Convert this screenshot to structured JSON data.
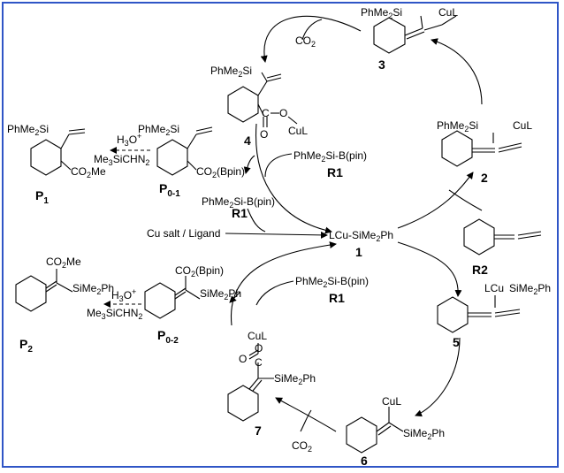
{
  "labels": {
    "cpd1": "1",
    "cpd2": "2",
    "cpd3": "3",
    "cpd4": "4",
    "cpd5": "5",
    "cpd6": "6",
    "cpd7": "7",
    "r1a": "R1",
    "r1b": "R1",
    "r1c": "R1",
    "r2": "R2",
    "p1": "P",
    "p1_sub": "1",
    "p2": "P",
    "p2_sub": "2",
    "p01": "P",
    "p01_sub": "0-1",
    "p02": "P",
    "p02_sub": "0-2"
  },
  "reagents": {
    "co2_top": "CO",
    "co2_top_sub": "2",
    "co2_bottom": "CO",
    "co2_bottom_sub": "2",
    "b_pin_1": "PhMe",
    "b_pin_1_sub": "2",
    "b_pin_1_rest": "Si-B(pin)",
    "b_pin_2": "PhMe",
    "b_pin_2_sub": "2",
    "b_pin_2_rest": "Si-B(pin)",
    "b_pin_3": "PhMe",
    "b_pin_3_sub": "2",
    "b_pin_3_rest": "Si-B(pin)",
    "cu_salt": "Cu salt / Ligand",
    "h3o_top": "H",
    "h3o_top_sub": "3",
    "h3o_top_rest": "O",
    "h3o_top_sup": "+",
    "tms_top": "Me",
    "tms_top_sub": "3",
    "tms_top_rest": "SiCHN",
    "tms_top_sub2": "2",
    "h3o_bot": "H",
    "h3o_bot_sub": "3",
    "h3o_bot_rest": "O",
    "h3o_bot_sup": "+",
    "tms_bot": "Me",
    "tms_bot_sub": "3",
    "tms_bot_rest": "SiCHN",
    "tms_bot_sub2": "2"
  },
  "groups": {
    "center_cu": "LCu-SiMe",
    "center_cu_sub": "2",
    "center_cu_rest": "Ph",
    "c3_si": "PhMe",
    "c3_si_sub": "2",
    "c3_si_rest": "Si",
    "c3_cul": "CuL",
    "c4_si": "PhMe",
    "c4_si_sub": "2",
    "c4_si_rest": "Si",
    "c4_o1": "O",
    "c4_o2": "O",
    "c4_cul": "CuL",
    "c4_c": "C",
    "c2_si": "PhMe",
    "c2_si_sub": "2",
    "c2_si_rest": "Si",
    "c2_cul": "CuL",
    "p1_si": "PhMe",
    "p1_si_sub": "2",
    "p1_si_rest": "Si",
    "p1_ester": "CO",
    "p1_ester_sub": "2",
    "p1_ester_rest": "Me",
    "p01_si": "PhMe",
    "p01_si_sub": "2",
    "p01_si_rest": "Si",
    "p01_ester": "CO",
    "p01_ester_sub": "2",
    "p01_ester_rest": "(Bpin)",
    "p2_ester": "CO",
    "p2_ester_sub": "2",
    "p2_ester_rest": "Me",
    "p2_si": "SiMe",
    "p2_si_sub": "2",
    "p2_si_rest": "Ph",
    "p02_ester": "CO",
    "p02_ester_sub": "2",
    "p02_ester_rest": "(Bpin)",
    "p02_si": "SiMe",
    "p02_si_sub": "2",
    "p02_si_rest": "Ph",
    "c5_cu": "LCu",
    "c5_si": "SiMe",
    "c5_si_sub": "2",
    "c5_si_rest": "Ph",
    "c7_cul": "CuL",
    "c7_o1": "O",
    "c7_o2": "O",
    "c7_c": "C",
    "c7_si": "SiMe",
    "c7_si_sub": "2",
    "c7_si_rest": "Ph",
    "c6_cul": "CuL",
    "c6_si": "SiMe",
    "c6_si_sub": "2",
    "c6_si_rest": "Ph"
  }
}
